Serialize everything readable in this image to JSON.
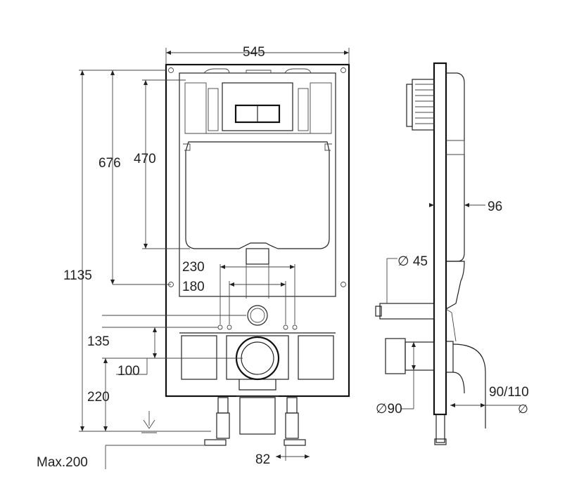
{
  "front_view": {
    "width_label": "545",
    "height_1135": "1135",
    "height_676": "676",
    "height_470": "470",
    "spacing_230": "230",
    "spacing_180": "180",
    "height_135": "135",
    "offset_100": "100",
    "height_220": "220",
    "max_label": "Max.200",
    "foot_82": "82"
  },
  "side_view": {
    "depth_96": "96",
    "dia_45": "∅ 45",
    "dia_90": "∅90",
    "dia_90_110": "90/110",
    "dia_symbol": "∅"
  }
}
